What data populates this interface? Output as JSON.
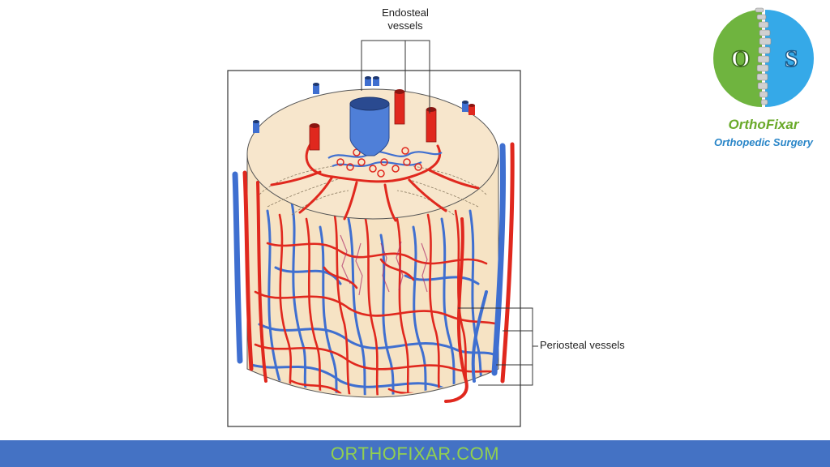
{
  "diagram": {
    "labels": {
      "endosteal": "Endosteal\nvessels",
      "periosteal": "Periosteal vessels"
    },
    "colors": {
      "artery": "#e0281e",
      "vein": "#3f6fd0",
      "bone": "#f6e3c4",
      "outline": "#333333"
    }
  },
  "logo": {
    "letters": [
      "O",
      "S"
    ],
    "name": "OrthoFixar",
    "subtitle": "Orthopedic Surgery",
    "colors": {
      "left": "#6fb43f",
      "right": "#35a9e8"
    }
  },
  "footer": {
    "text": "ORTHOFIXAR.COM"
  }
}
